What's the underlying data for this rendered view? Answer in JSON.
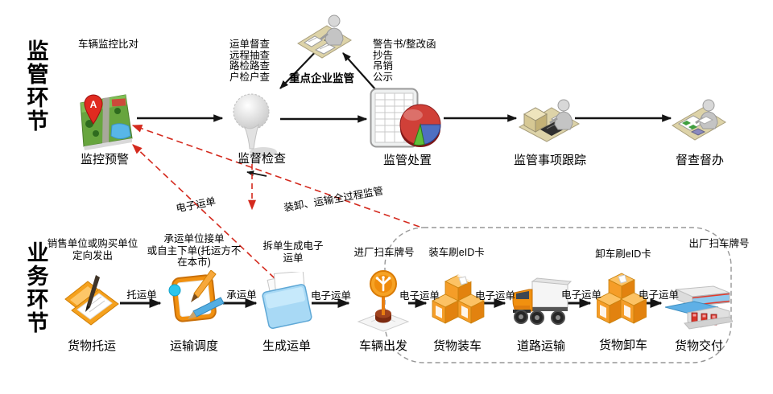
{
  "legend": {
    "top_section": "监管环节",
    "bottom_section": "业务环节"
  },
  "supervision": {
    "node1": {
      "label": "监控预警",
      "note": "车辆监控比对",
      "icon": "map-icon"
    },
    "node2": {
      "label": "监督检查",
      "notes": [
        "运单督查",
        "远程抽查",
        "路检路查",
        "户检户查"
      ],
      "icon": "balloon-icon"
    },
    "node3": {
      "label": "监管处置",
      "notes": [
        "警告书/整改函",
        "抄告",
        "吊销",
        "公示"
      ],
      "icon": "spreadsheet-pie-icon"
    },
    "node4": {
      "label": "监管事项跟踪",
      "icon": "desk-box-person-icon"
    },
    "node5": {
      "label": "督查督办",
      "icon": "desk-docs-person-icon"
    },
    "hub": {
      "label": "重点企业监管",
      "icon": "desk-person-icon"
    }
  },
  "business": {
    "node1": {
      "label": "货物托运",
      "notes": [
        "销售单位或购买单位",
        "定向发出"
      ],
      "icon": "folder-pen-icon"
    },
    "node2": {
      "label": "运输调度",
      "notes": [
        "承运单位接单",
        "或自主下单(托运方不",
        "在本市)"
      ],
      "icon": "clipboard-pencils-icon"
    },
    "node3": {
      "label": "生成运单",
      "notes": [
        "拆单生成电子",
        "运单"
      ],
      "icon": "blue-folder-icon"
    },
    "node4": {
      "label": "车辆出发",
      "note": "进厂扫车牌号",
      "icon": "signpost-icon"
    },
    "node5": {
      "label": "货物装车",
      "note": "装车刷eID卡",
      "icon": "cargo-boxes-icon"
    },
    "node6": {
      "label": "道路运输",
      "icon": "truck-icon"
    },
    "node7": {
      "label": "货物卸车",
      "note": "卸车刷eID卡",
      "icon": "cargo-boxes-icon"
    },
    "node8": {
      "label": "货物交付",
      "note": "出厂扫车牌号",
      "icon": "depot-icon"
    }
  },
  "edges": {
    "e1": "托运单",
    "e2": "承运单",
    "e3": "电子运单",
    "e4": "电子运单",
    "e5": "电子运单",
    "e6": "电子运单",
    "e7": "电子运单"
  },
  "red_annotations": {
    "e_waybill": "电子运单",
    "full_process": "装卸、运输全过程监管"
  },
  "colors": {
    "flow_arrow": "#141414",
    "alert_dash": "#d42a1e",
    "boundary_dash": "#979797",
    "accent_orange": "#f1900f",
    "pie_red": "#d04038",
    "pie_blue": "#4f6fc2",
    "pie_green": "#5fbf3a"
  }
}
